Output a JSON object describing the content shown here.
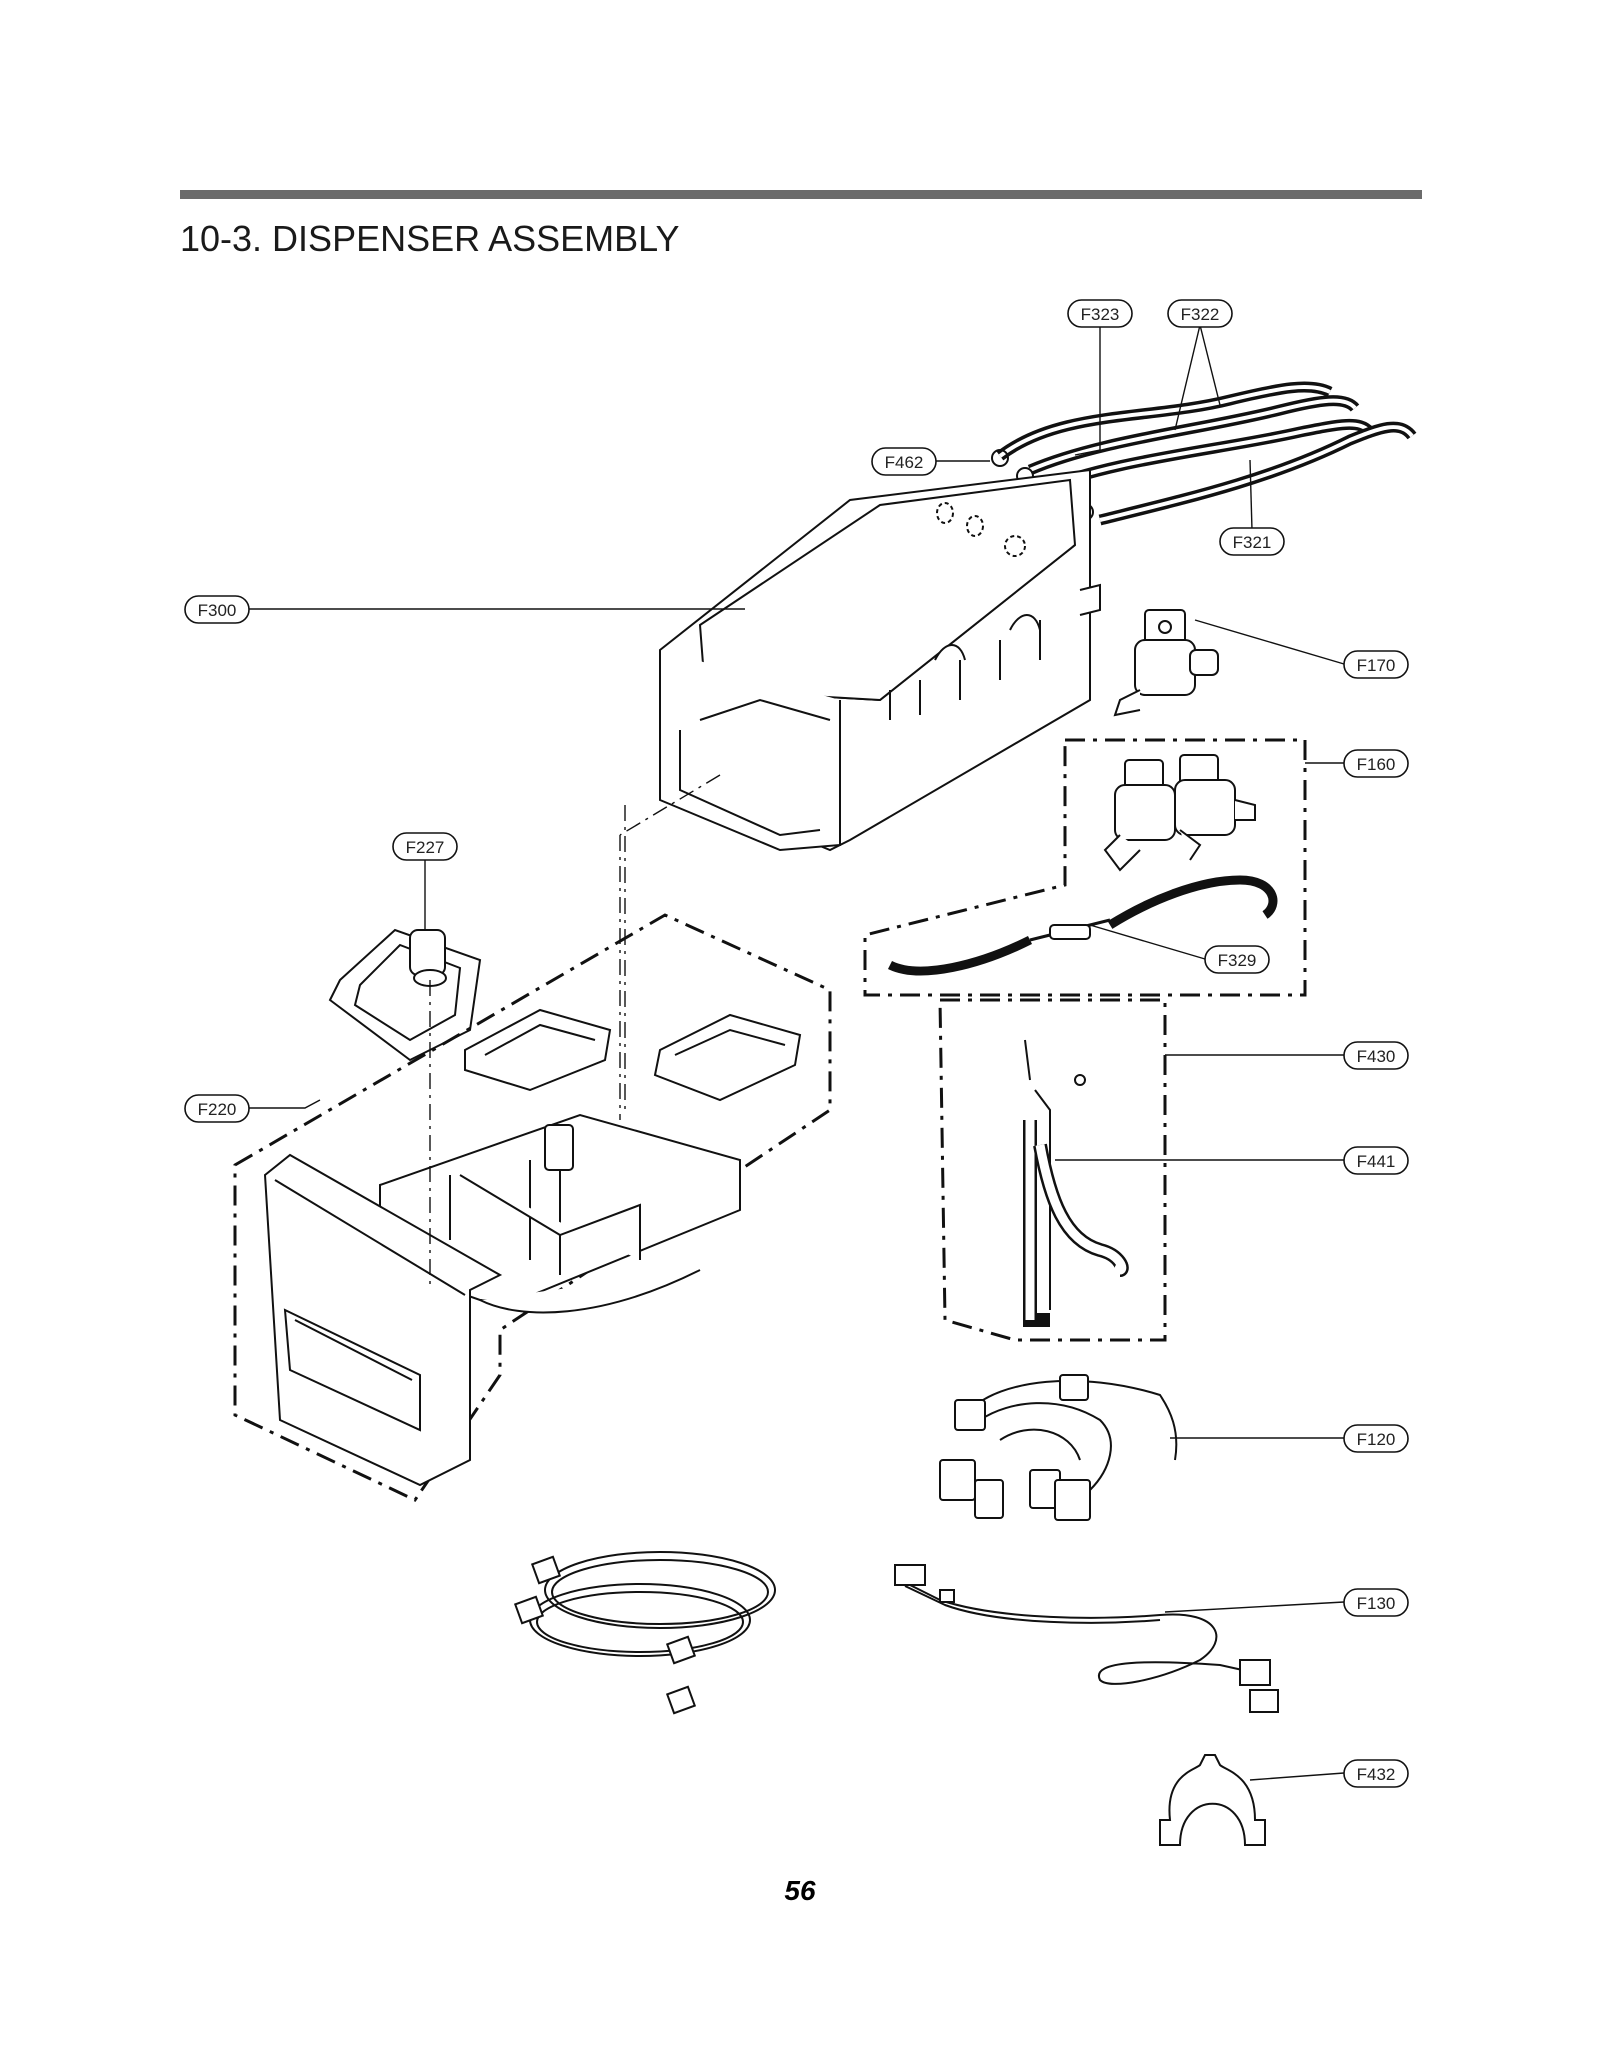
{
  "header": {
    "title": "10-3. DISPENSER ASSEMBLY",
    "rule_color": "#6b6b6b"
  },
  "footer": {
    "page_number": "56"
  },
  "callouts": {
    "f323": "F323",
    "f322": "F322",
    "f462": "F462",
    "f321": "F321",
    "f300": "F300",
    "f170": "F170",
    "f160": "F160",
    "f227": "F227",
    "f329": "F329",
    "f430": "F430",
    "f220": "F220",
    "f441": "F441",
    "f120": "F120",
    "f130": "F130",
    "f432": "F432"
  }
}
